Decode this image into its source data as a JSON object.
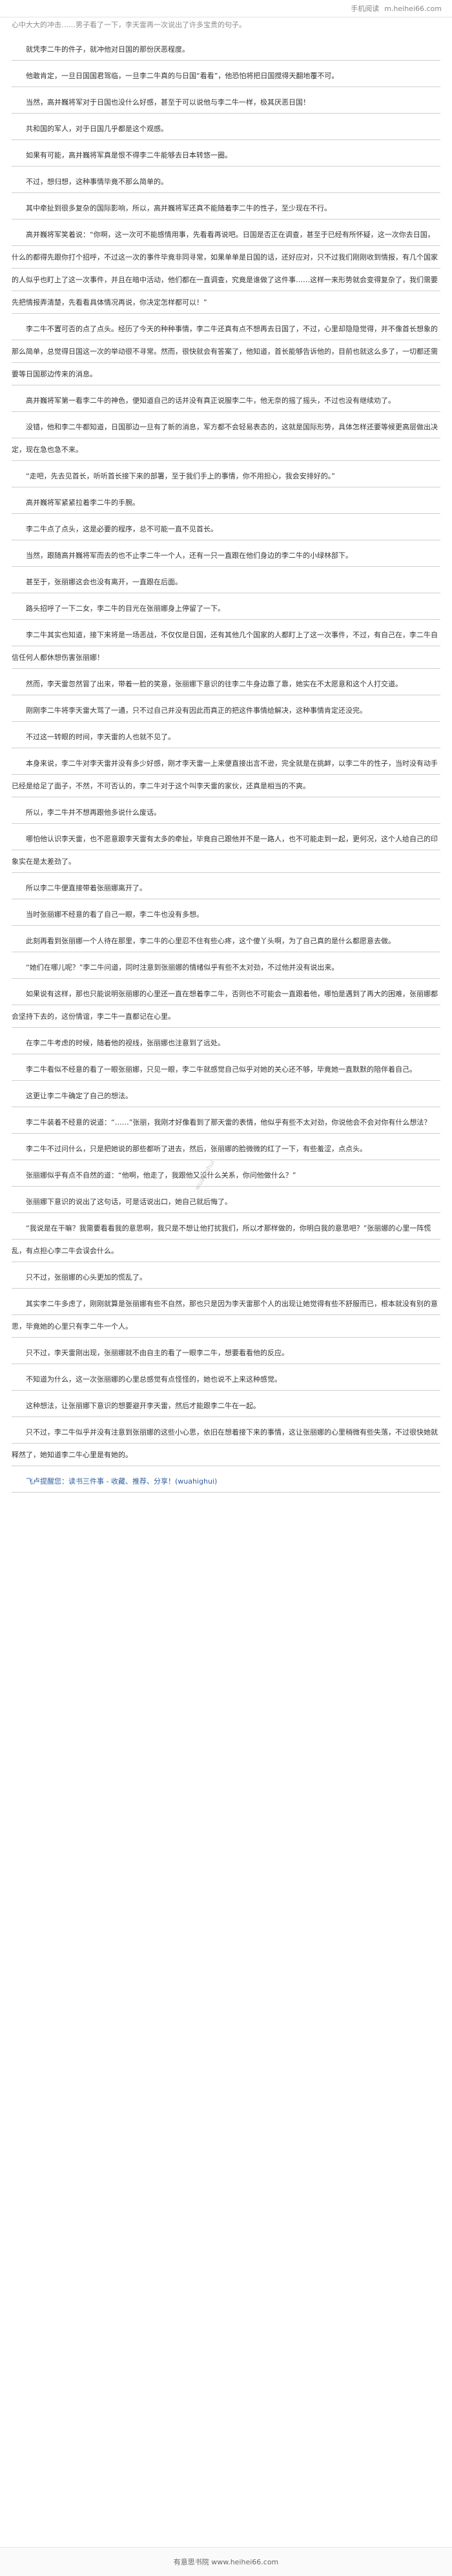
{
  "header": {
    "nav": [
      "手机阅读",
      "m.heihei66.com"
    ]
  },
  "lead_fragment": "心中大大的冲击……男子看了一下，李天雷再一次说出了许多宝贵的句子。",
  "paragraphs": [
    {
      "text": "就凭李二牛的件子，就冲他对日国的那份厌恶程度。",
      "style": "normal"
    },
    {
      "text": "他敢肯定，一旦日国国君驾临，一旦李二牛真的与日国“看看”，他恐怕将把日国搅得天翻地覆不可。",
      "style": "normal"
    },
    {
      "text": "当然，高并巍将军对于日国也没什么好感，甚至于可以说他与李二牛一样，极其厌恶日国！",
      "style": "normal"
    },
    {
      "text": "共和国的军人，对于日国几乎都是这个观感。",
      "style": "normal"
    },
    {
      "text": "如果有可能，高并巍将军真是恨不得李二牛能够去日本转悠一圈。",
      "style": "normal"
    },
    {
      "text": "不过，想归想，这种事情毕竟不那么简单的。",
      "style": "normal"
    },
    {
      "text": "其中牵扯到很多复杂的国际影响，所以，高并巍将军还真不能随着李二牛的性子，至少现在不行。",
      "style": "normal"
    },
    {
      "text": "高并巍将军笑着说：“你啊，这一次可不能感情用事，先看看再说吧。日国是否正在调查，甚至于已经有所怀疑，这一次你去日国，什么的都得先跟你打个招呼，不过这一次的事件毕竟非同寻常，如果单单是日国的话，还好应对，只不过我们刚刚收到情报，有几个国家的人似乎也盯上了这一次事件，并且在暗中活动，他们都在一直调查，究竟是谁做了这件事……这样一来形势就会变得复杂了，我们需要先把情报弄清楚，先看看具体情况再说，你决定怎样都可以！”",
      "style": "normal"
    },
    {
      "text": "李二牛不置可否的点了点头。经历了今天的种种事情，李二牛还真有点不想再去日国了，不过，心里却隐隐觉得，并不像首长想象的那么简单，总觉得日国这一次的举动很不寻常。然而，很快就会有答案了，他知道，首长能够告诉他的，目前也就这么多了，一切都还需要等日国那边传来的消息。",
      "style": "normal"
    },
    {
      "text": "高并巍将军第一看李二牛的神色，便知道自己的话并没有真正说服李二牛，他无奈的摇了摇头，不过也没有继续劝了。",
      "style": "normal"
    },
    {
      "text": "没错，他和李二牛都知道，日国那边一旦有了新的消息，军方都不会轻易表态的，这就是国际形势，具体怎样还要等候更高层做出决定，现在急也急不来。",
      "style": "normal"
    },
    {
      "text": "“走吧，先去见首长，听听首长接下来的部署，至于我们手上的事情，你不用担心，我会安排好的。”",
      "style": "normal"
    },
    {
      "text": "高并巍将军紧紧拉着李二牛的手腕。",
      "style": "normal"
    },
    {
      "text": "李二牛点了点头，这是必要的程序，总不可能一直不见首长。",
      "style": "normal"
    },
    {
      "text": "当然，跟随高并巍将军而去的也不止李二牛一个人，还有一只一直跟在他们身边的李二牛的小绿林部下。",
      "style": "normal"
    },
    {
      "text": "甚至于，张丽娜这会也没有离开，一直跟在后面。",
      "style": "normal"
    },
    {
      "text": "路头招呼了一下二女，李二牛的目光在张丽娜身上停留了一下。",
      "style": "normal"
    },
    {
      "text": "李二牛其实也知道，接下来将是一场恶战，不仅仅是日国，还有其他几个国家的人都盯上了这一次事件，不过，有自己在，李二牛自信任何人都休想伤害张丽娜！",
      "style": "normal"
    },
    {
      "text": "然而，李天雷忽然冒了出来，带着一脸的笑意，张丽娜下意识的往李二牛身边靠了靠，她实在不太愿意和这个人打交道。",
      "style": "normal"
    },
    {
      "text": "刚刚李二牛将李天雷大骂了一通，只不过自己并没有因此而真正的把这件事情给解决，这种事情肯定还没完。",
      "style": "normal"
    },
    {
      "text": "不过这一转眼的时间，李天雷的人也就不见了。",
      "style": "normal"
    },
    {
      "text": "本身来说，李二牛对李天雷并没有多少好感，刚才李天雷一上来便直接出言不逊，完全就是在挑衅，以李二牛的性子，当时没有动手已经是给足了面子，不然，不可否认的，李二牛对于这个叫李天雷的家伙，还真是相当的不爽。",
      "style": "normal"
    },
    {
      "text": "所以，李二牛并不想再跟他多说什么废话。",
      "style": "normal"
    },
    {
      "text": "哪怕他认识李天雷，也不愿意跟李天雷有太多的牵扯，毕竟自己跟他并不是一路人，也不可能走到一起，更何况，这个人给自己的印象实在是太差劲了。",
      "style": "normal"
    },
    {
      "text": "所以李二牛便直接带着张丽娜离开了。",
      "style": "normal"
    },
    {
      "text": "当时张丽娜不经意的看了自己一眼，李二牛也没有多想。",
      "style": "normal"
    },
    {
      "text": "此刻再看到张丽娜一个人待在那里，李二牛的心里忍不住有些心疼，这个傻丫头啊，为了自己真的是什么都愿意去做。",
      "style": "normal"
    },
    {
      "text": "“她们在哪儿呢？”李二牛问道，同时注意到张丽娜的情绪似乎有些不太对劲，不过他并没有说出来。",
      "style": "normal"
    },
    {
      "text": "如果说有这样，那也只能说明张丽娜的心里还一直在想着李二牛，否则也不可能会一直跟着他，哪怕是遇到了再大的困难，张丽娜都会坚持下去的，这份情谊，李二牛一直都记在心里。",
      "style": "normal"
    },
    {
      "text": "在李二牛考虑的时候，随着他的视线，张丽娜也注意到了远处。",
      "style": "normal"
    },
    {
      "text": "李二牛看似不经意的看了一眼张丽娜，只见一眼，李二牛就感觉自己似乎对她的关心还不够，毕竟她一直默默的陪伴着自己。",
      "style": "normal"
    },
    {
      "text": "这更让李二牛确定了自己的想法。",
      "style": "normal"
    },
    {
      "text": "李二牛装着不经意的说道：“……”张丽，我刚才好像看到了那天雷的表情，他似乎有些不太对劲，你说他会不会对你有什么想法？",
      "style": "normal"
    },
    {
      "text": "李二牛不过问什么，只是把她说的那些都听了进去，然后，张丽娜的脸微微的红了一下，有些羞涩，点点头。",
      "style": "normal"
    },
    {
      "text": "张丽娜似乎有点不自然的道：“他啊，他走了，我跟他又没什么关系，你问他做什么？”",
      "style": "normal"
    },
    {
      "text": "张丽娜下意识的说出了这句话，可是话说出口，她自己就后悔了。",
      "style": "normal"
    },
    {
      "text": "“我说是在干嘛？我需要看看我的意思啊，我只是不想让他打扰我们，所以才那样做的，你明白我的意思吧？”张丽娜的心里一阵慌乱，有点担心李二牛会误会什么。",
      "style": "normal"
    },
    {
      "text": "只不过，张丽娜的心头更加的慌乱了。",
      "style": "normal"
    },
    {
      "text": "其实李二牛多虑了，刚刚就算是张丽娜有些不自然，那也只是因为李天雷那个人的出现让她觉得有些不舒服而已，根本就没有别的意思，毕竟她的心里只有李二牛一个人。",
      "style": "normal"
    },
    {
      "text": "只不过，李天雷刚出现，张丽娜就不由自主的看了一眼李二牛，想要看看他的反应。",
      "style": "normal"
    },
    {
      "text": "不知道为什么，这一次张丽娜的心里总感觉有点怪怪的，她也说不上来这种感觉。",
      "style": "normal"
    },
    {
      "text": "这种想法，让张丽娜下意识的想要避开李天雷，然后才能跟李二牛在一起。",
      "style": "normal"
    },
    {
      "text": "只不过，李二牛似乎并没有注意到张丽娜的这些小心思，依旧在想着接下来的事情，这让张丽娜的心里稍微有些失落，不过很快她就释然了，她知道李二牛心里是有她的。",
      "style": "normal"
    },
    {
      "text": "飞卢提醒您：读书三件事 - 收藏、推荐、分享！(wuahighui)",
      "style": "closing"
    }
  ],
  "watermark": "wuahighui",
  "footer": {
    "text": "有意思书院 www.heihei66.com"
  }
}
